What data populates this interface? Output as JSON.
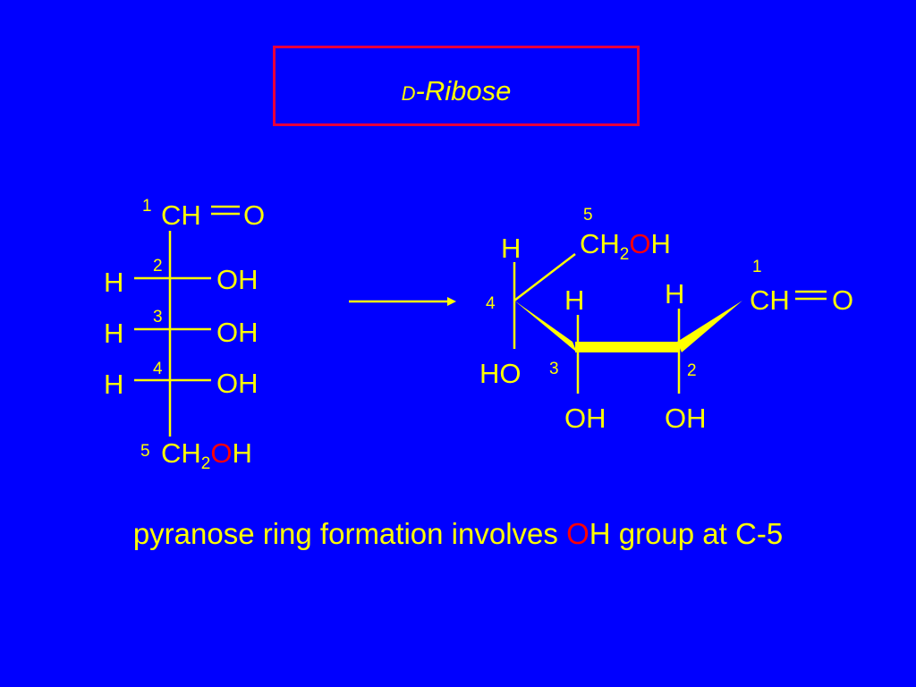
{
  "title": {
    "prefix": "D",
    "main": "-Ribose"
  },
  "fischer": {
    "c1": {
      "number": "1",
      "group": "CH",
      "oxygen": "O"
    },
    "c2": {
      "number": "2",
      "left": "H",
      "right": "OH"
    },
    "c3": {
      "number": "3",
      "left": "H",
      "right": "OH"
    },
    "c4": {
      "number": "4",
      "left": "H",
      "right": "OH"
    },
    "c5": {
      "number": "5",
      "ch": "CH",
      "sub": "2",
      "o": "O",
      "h": "H"
    }
  },
  "ring": {
    "c5": {
      "number": "5",
      "ch": "CH",
      "sub": "2",
      "o": "O",
      "h": "H"
    },
    "c4": {
      "number": "4",
      "top": "H",
      "bottom": "HO"
    },
    "c3": {
      "number": "3",
      "top": "H",
      "bottom": "OH"
    },
    "c2": {
      "number": "2",
      "top": "H",
      "bottom": "OH"
    },
    "c1": {
      "number": "1",
      "group": "CH",
      "oxygen": "O"
    }
  },
  "caption": {
    "before": "pyranose ring formation involves ",
    "highlight": "O",
    "after": "H group at C-5"
  },
  "colors": {
    "background": "#0000ff",
    "text": "#ffff00",
    "highlight": "#ff0000",
    "box_border": "#e8003c"
  }
}
